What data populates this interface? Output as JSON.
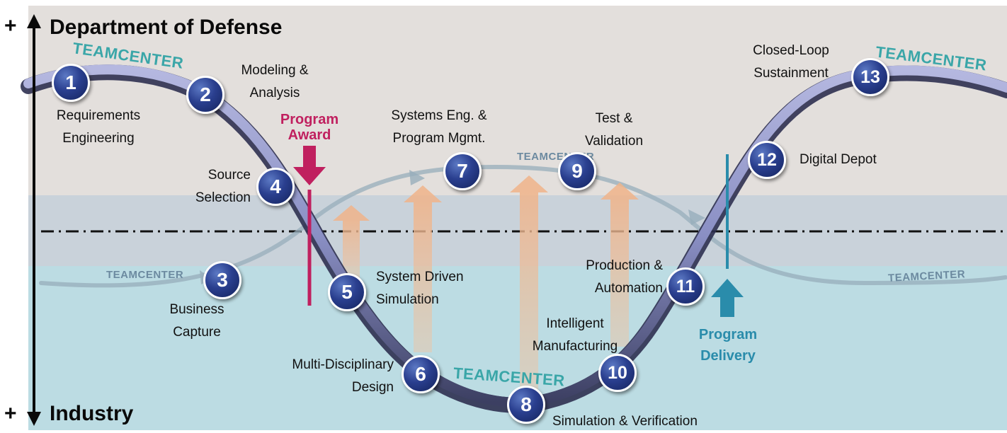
{
  "axis": {
    "top_label": "Department of Defense",
    "bottom_label": "Industry",
    "top_plus": "+",
    "bottom_plus": "+"
  },
  "steps": [
    {
      "num": "1",
      "label_lines": [
        "Requirements",
        "Engineering"
      ]
    },
    {
      "num": "2",
      "label_lines": [
        "Modeling &",
        "Analysis"
      ]
    },
    {
      "num": "3",
      "label_lines": [
        "Business",
        "Capture"
      ]
    },
    {
      "num": "4",
      "label_lines": [
        "Source",
        "Selection"
      ]
    },
    {
      "num": "5",
      "label_lines": [
        "System Driven",
        "Simulation"
      ]
    },
    {
      "num": "6",
      "label_lines": [
        "Multi-Disciplinary",
        "Design"
      ]
    },
    {
      "num": "7",
      "label_lines": [
        "Systems Eng. &",
        "Program Mgmt."
      ]
    },
    {
      "num": "8",
      "label_lines": [
        "Simulation & Verification"
      ]
    },
    {
      "num": "9",
      "label_lines": [
        "Test &",
        "Validation"
      ]
    },
    {
      "num": "10",
      "label_lines": [
        "Intelligent",
        "Manufacturing"
      ]
    },
    {
      "num": "11",
      "label_lines": [
        "Production &",
        "Automation"
      ]
    },
    {
      "num": "12",
      "label_lines": [
        "Digital Depot"
      ]
    },
    {
      "num": "13",
      "label_lines": [
        "Closed-Loop",
        "Sustainment"
      ]
    }
  ],
  "milestones": {
    "award": {
      "line1": "Program",
      "line2": "Award",
      "color": "#c0205f"
    },
    "delivery": {
      "line1": "Program",
      "line2": "Delivery",
      "color": "#2a8cab"
    }
  },
  "brand": "TEAMCENTER",
  "colors": {
    "top_band": "#e3dfdc",
    "middle_band": "#c9d2da",
    "bottom_band": "#bcdce3",
    "main_curve": "#8e93c6",
    "secondary_curve": "#97aebb",
    "upward_arrows": "#eac3a3",
    "node_fill": "#1f3278"
  }
}
